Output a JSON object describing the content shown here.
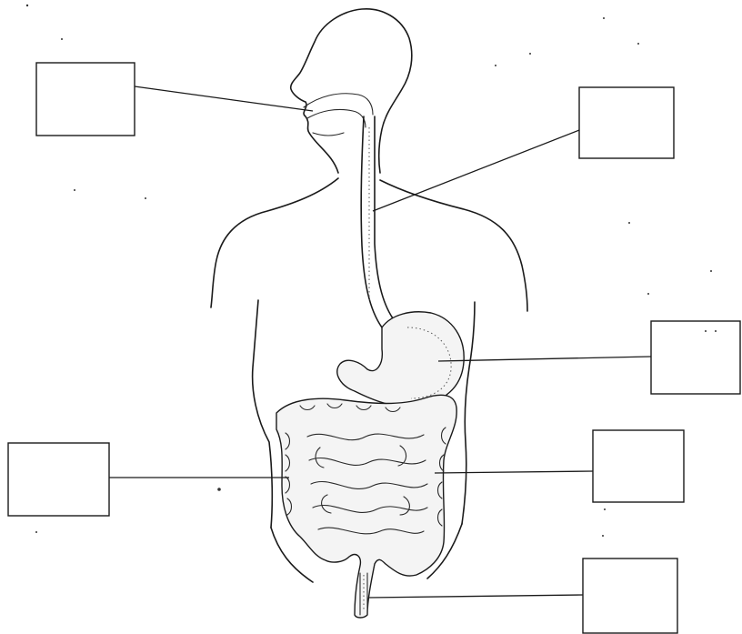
{
  "diagram": {
    "labels": [
      {
        "id": "mouth",
        "text": ""
      },
      {
        "id": "esophagus",
        "text": ""
      },
      {
        "id": "stomach",
        "text": ""
      },
      {
        "id": "large-intestine",
        "text": ""
      },
      {
        "id": "small-intestine",
        "text": ""
      },
      {
        "id": "rectum",
        "text": ""
      }
    ]
  }
}
